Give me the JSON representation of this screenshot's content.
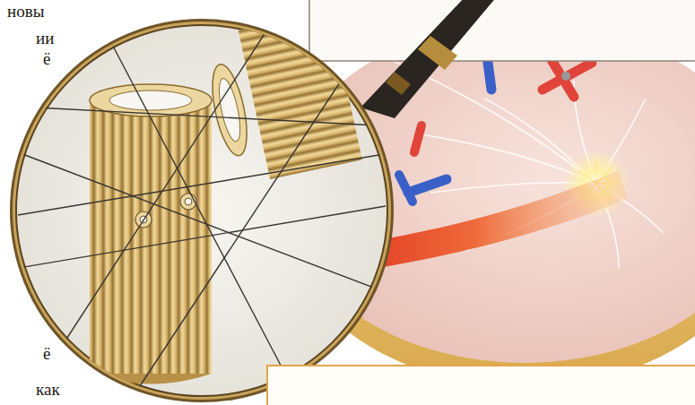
{
  "diagram": {
    "labels": [
      "новы",
      "ии",
      "ё",
      "ё",
      "как"
    ]
  }
}
